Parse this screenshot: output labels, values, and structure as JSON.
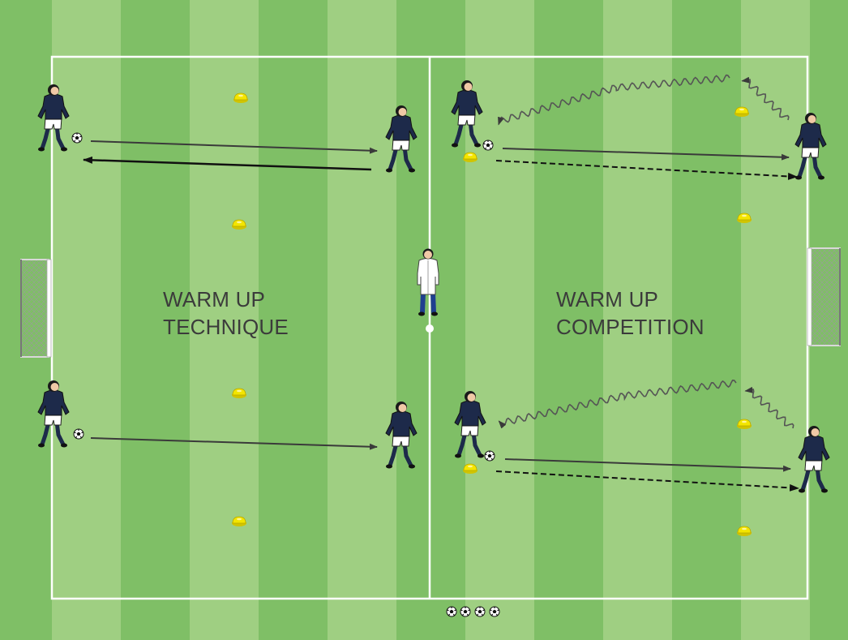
{
  "zones": [
    {
      "line1": "WARM UP",
      "line2": "TECHNIQUE"
    },
    {
      "line1": "WARM UP",
      "line2": "COMPETITION"
    }
  ],
  "colors": {
    "pitch_light": "#9fcf82",
    "pitch_dark": "#7fbf66",
    "player_shirt": "#1d2a4a",
    "player_shorts": "#ffffff",
    "cone": "#f3e500",
    "arrow": "#3a3a3a",
    "coach_jacket": "#ffffff",
    "coach_trousers": "#1f3f8f"
  },
  "items": {
    "players": 8,
    "cones": 10,
    "balls": 4,
    "spare_balls": 4,
    "goals": 2,
    "coach": 1
  },
  "icons": [
    "player-icon",
    "cone-icon",
    "ball-icon",
    "goal-icon",
    "coach-icon"
  ]
}
